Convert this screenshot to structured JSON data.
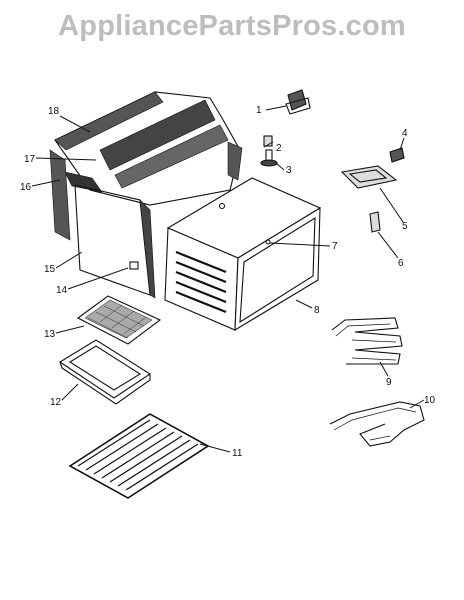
{
  "watermark": {
    "text": "AppliancePartsPros.com"
  },
  "callouts": [
    {
      "id": "1",
      "part": "component"
    },
    {
      "id": "2",
      "part": "component"
    },
    {
      "id": "3",
      "part": "component"
    },
    {
      "id": "4",
      "part": "component"
    },
    {
      "id": "5",
      "part": "component"
    },
    {
      "id": "6",
      "part": "component"
    },
    {
      "id": "7",
      "part": "component"
    },
    {
      "id": "8",
      "part": "oven-cavity"
    },
    {
      "id": "9",
      "part": "element"
    },
    {
      "id": "10",
      "part": "element"
    },
    {
      "id": "11",
      "part": "oven-rack"
    },
    {
      "id": "12",
      "part": "broil-pan"
    },
    {
      "id": "13",
      "part": "broil-pan-grid"
    },
    {
      "id": "14",
      "part": "component"
    },
    {
      "id": "15",
      "part": "insulation"
    },
    {
      "id": "16",
      "part": "insulation"
    },
    {
      "id": "17",
      "part": "insulation"
    },
    {
      "id": "18",
      "part": "insulation"
    }
  ]
}
